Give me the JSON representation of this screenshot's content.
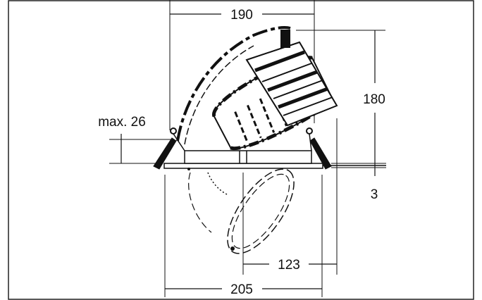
{
  "dimensions": {
    "top_width": "190",
    "height": "180",
    "max_protrusion": "max. 26",
    "trim_thickness": "3",
    "inner_offset": "123",
    "bottom_width": "205"
  }
}
